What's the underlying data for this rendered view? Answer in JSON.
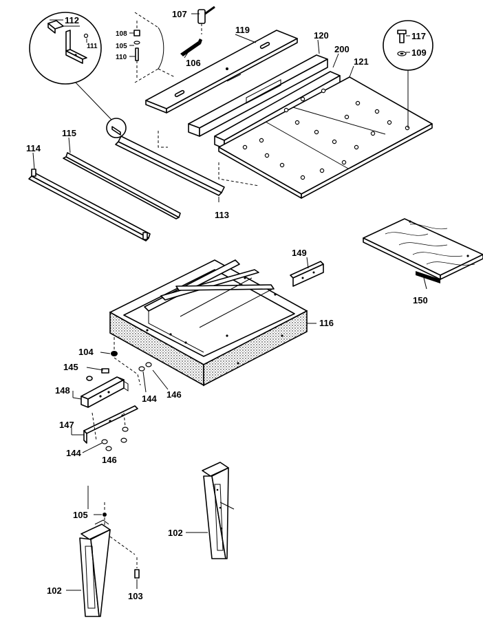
{
  "callouts": {
    "c112": "112",
    "c111": "111",
    "c107": "107",
    "c108": "108",
    "c105a": "105",
    "c110": "110",
    "c106": "106",
    "c119": "119",
    "c120": "120",
    "c200": "200",
    "c121": "121",
    "c117": "117",
    "c109": "109",
    "c115": "115",
    "c114": "114",
    "c113": "113",
    "c149": "149",
    "c150": "150",
    "c116": "116",
    "c104": "104",
    "c145": "145",
    "c148": "148",
    "c144a": "144",
    "c146a": "146",
    "c147": "147",
    "c144b": "144",
    "c146b": "146",
    "c105b": "105",
    "c102a": "102",
    "c102b": "102",
    "c103": "103"
  },
  "colors": {
    "line": "#000000",
    "background": "#ffffff"
  }
}
